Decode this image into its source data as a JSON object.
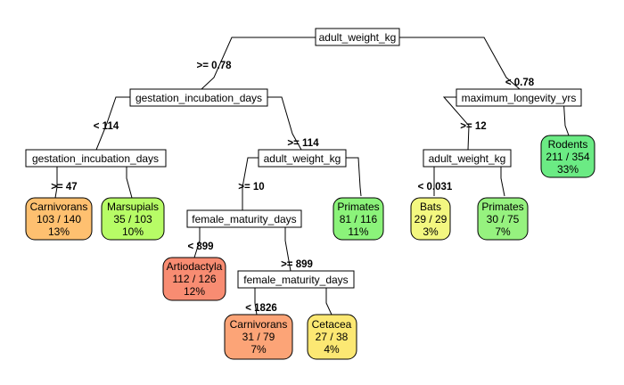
{
  "split_nodes": {
    "root": {
      "label": "adult_weight_kg"
    },
    "gest1": {
      "label": "gestation_incubation_days"
    },
    "maxlong": {
      "label": "maximum_longevity_yrs"
    },
    "gest2": {
      "label": "gestation_incubation_days"
    },
    "adult2": {
      "label": "adult_weight_kg"
    },
    "adult3": {
      "label": "adult_weight_kg"
    },
    "femmat1": {
      "label": "female_maturity_days"
    },
    "femmat2": {
      "label": "female_maturity_days"
    }
  },
  "edge_labels": {
    "root_left": ">= 0.78",
    "root_right": "< 0.78",
    "gest1_left": "< 114",
    "gest1_right": ">= 114",
    "maxlong_left": ">= 12",
    "gest2_left": ">= 47",
    "adult2_left": ">= 10",
    "adult3_left": "< 0.031",
    "femmat1_left": "< 899",
    "femmat1_right": ">= 899",
    "femmat2_left": "< 1826"
  },
  "leaves": {
    "carnivorans1": {
      "class": "Carnivorans",
      "counts": "103 / 140",
      "pct": "13%",
      "color": "#FEC070"
    },
    "marsupials": {
      "class": "Marsupials",
      "counts": "35 / 103",
      "pct": "10%",
      "color": "#B7FC66"
    },
    "primates1": {
      "class": "Primates",
      "counts": "81 / 116",
      "pct": "11%",
      "color": "#8BF37A"
    },
    "bats": {
      "class": "Bats",
      "counts": "29 / 29",
      "pct": "3%",
      "color": "#F3F780"
    },
    "primates2": {
      "class": "Primates",
      "counts": "30 / 75",
      "pct": "7%",
      "color": "#96F27F"
    },
    "rodents": {
      "class": "Rodents",
      "counts": "211 / 354",
      "pct": "33%",
      "color": "#6BEB84"
    },
    "artiodactyla": {
      "class": "Artiodactyla",
      "counts": "112 / 126",
      "pct": "12%",
      "color": "#F88C72"
    },
    "carnivorans2": {
      "class": "Carnivorans",
      "counts": "31 / 79",
      "pct": "7%",
      "color": "#FCA477"
    },
    "cetacea": {
      "class": "Cetacea",
      "counts": "27 / 38",
      "pct": "4%",
      "color": "#FCE873"
    }
  }
}
